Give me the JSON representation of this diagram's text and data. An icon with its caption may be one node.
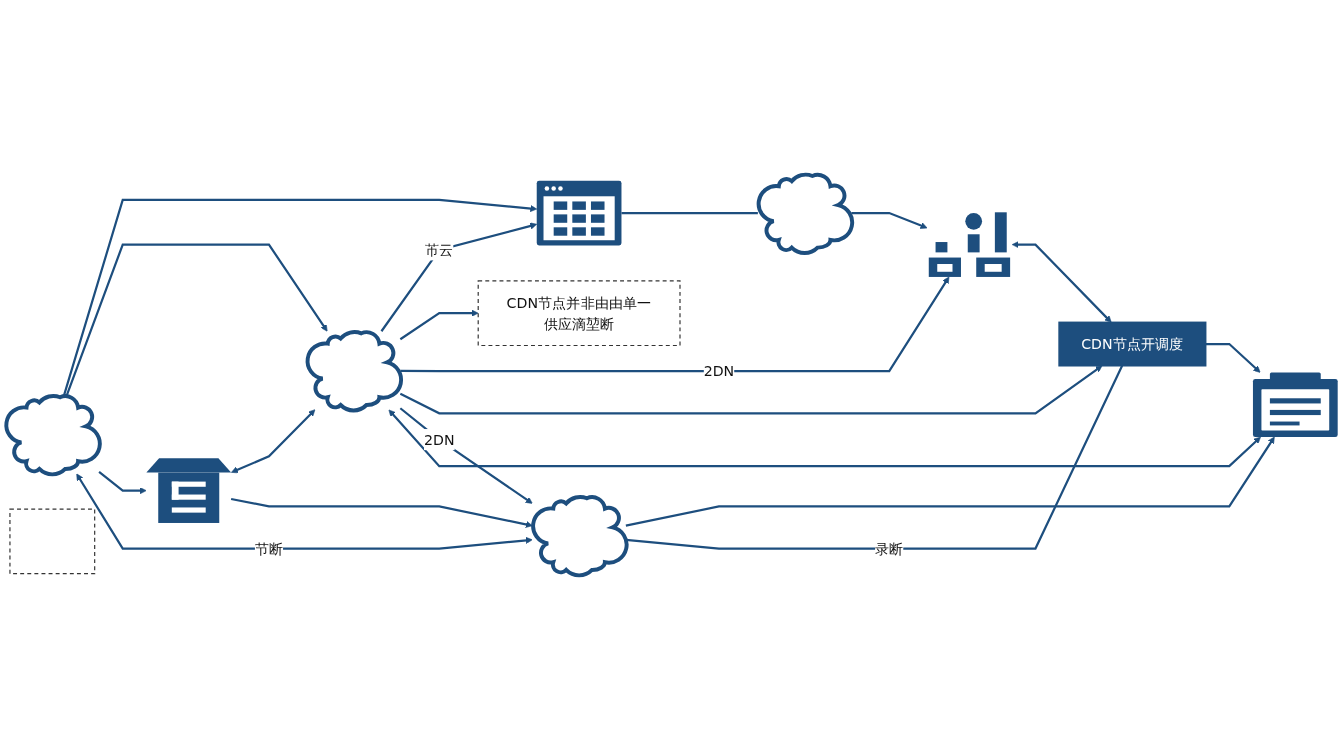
{
  "diagram": {
    "nodes": [
      {
        "text": [],
        "shape": "cloud"
      },
      {
        "text": [],
        "shape": "picture"
      },
      {
        "text": [
          "CDN节点并非由由单一供应滴堃断"
        ]
      },
      {
        "text": [],
        "shape": "picture"
      },
      {
        "text": [],
        "shape": "cloud"
      },
      {
        "text": [],
        "shape": "cloud"
      },
      {
        "text": [
          "CDN节点开调度"
        ]
      },
      {
        "text": [],
        "shape": "box"
      },
      {
        "text": [],
        "shape": "picture"
      },
      {
        "text": [],
        "shape": "cloud"
      },
      {
        "text": [],
        "shape": "picture"
      }
    ],
    "edges": [
      {
        "from": 1,
        "to": 0,
        "arrow": "none"
      },
      {
        "from": 0,
        "to": 3,
        "arrow": "to"
      },
      {
        "from": 5,
        "to": 1,
        "arrow": "to",
        "label": "芇云"
      },
      {
        "from": 5,
        "to": 2,
        "arrow": "to"
      },
      {
        "from": 5,
        "to": 3,
        "arrow": "to",
        "label": "2DN"
      },
      {
        "from": 3,
        "to": 6,
        "arrow": "both"
      },
      {
        "from": 4,
        "to": 1,
        "arrow": "to"
      },
      {
        "from": 4,
        "to": 5,
        "arrow": "to"
      },
      {
        "from": 5,
        "to": 6,
        "arrow": "to"
      },
      {
        "from": 4,
        "to": 8,
        "arrow": "to"
      },
      {
        "from": 4,
        "to": 9,
        "arrow": "both",
        "label": "节断"
      },
      {
        "from": 8,
        "to": 5,
        "arrow": "both"
      },
      {
        "from": 5,
        "to": 9,
        "arrow": "to",
        "label": "2DN"
      },
      {
        "from": 8,
        "to": 9,
        "arrow": "to"
      },
      {
        "from": 9,
        "to": 10,
        "arrow": "to"
      },
      {
        "from": 5,
        "to": 10,
        "arrow": "both"
      },
      {
        "from": 9,
        "to": 6,
        "arrow": "none",
        "label": "录断"
      },
      {
        "from": 6,
        "to": 10,
        "arrow": "to"
      }
    ]
  }
}
